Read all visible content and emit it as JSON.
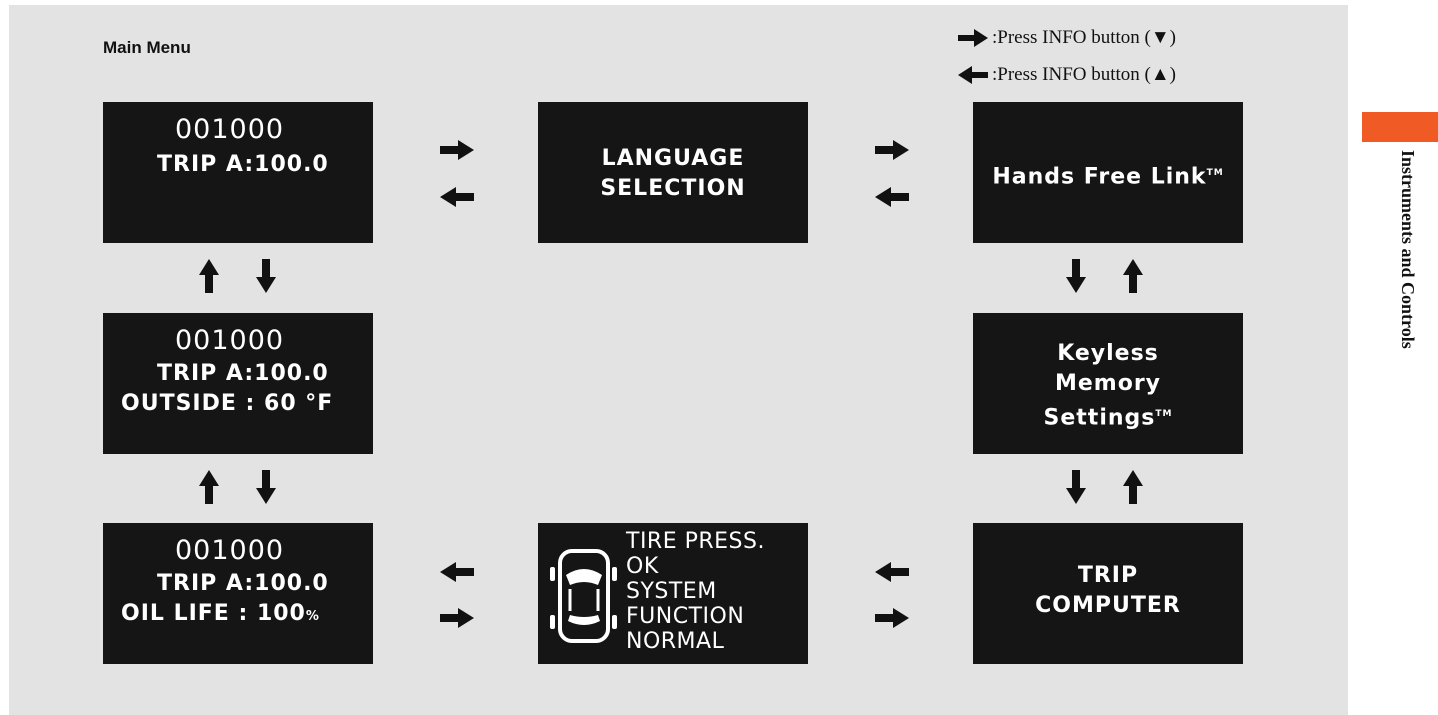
{
  "diagram": {
    "title": "Main Menu",
    "legend": {
      "down": ":Press INFO button (▼)",
      "up": ":Press INFO button (▲)"
    },
    "screens": {
      "odo_trip": {
        "odometer": "001000",
        "trip": "TRIP A:100.0"
      },
      "language": {
        "line1": "LANGUAGE",
        "line2": "SELECTION"
      },
      "hfl": {
        "label": "Hands Free Link",
        "mark": "TM"
      },
      "outside": {
        "odometer": "001000",
        "trip": "TRIP A:100.0",
        "outside": "OUTSIDE :  60 °F"
      },
      "keyless": {
        "line1": "Keyless",
        "line2": "Memory",
        "line3": "Settings",
        "mark": "TM"
      },
      "oil": {
        "odometer": "001000",
        "trip": "TRIP A:100.0",
        "oil": "OIL LIFE :  100",
        "unit": "%"
      },
      "tire": {
        "line1": "TIRE PRESS.",
        "line2": "OK",
        "line3": "SYSTEM",
        "line4": "FUNCTION",
        "line5": "NORMAL"
      },
      "trip_computer": {
        "line1": "TRIP",
        "line2": "COMPUTER"
      }
    }
  },
  "sidebar": {
    "section": "Instruments and Controls",
    "accent": "#ef5a25"
  }
}
